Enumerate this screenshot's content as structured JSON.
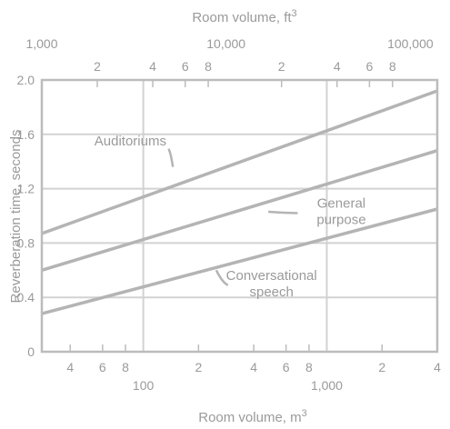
{
  "chart_data": {
    "type": "line",
    "x_scale": "log",
    "ylabel": "Reverberation time, seconds",
    "xlabel_bottom": {
      "text": "Room volume, m",
      "sup": "3"
    },
    "xlabel_top": {
      "text": "Room volume, ft",
      "sup": "3"
    },
    "xlim_m3": [
      28,
      4000
    ],
    "xlim_ft3": [
      1000,
      140000
    ],
    "ylim": [
      0,
      2.0
    ],
    "grid": true,
    "y_ticks": [
      {
        "value": 0,
        "label": "0"
      },
      {
        "value": 0.4,
        "label": "0.4"
      },
      {
        "value": 0.8,
        "label": "0.8"
      },
      {
        "value": 1.2,
        "label": "1.2"
      },
      {
        "value": 1.6,
        "label": "1.6"
      },
      {
        "value": 2.0,
        "label": "2.0"
      }
    ],
    "bottom_ticks": [
      {
        "value": 40,
        "label": "4"
      },
      {
        "value": 60,
        "label": "6"
      },
      {
        "value": 80,
        "label": "8"
      },
      {
        "value": 100,
        "label": "100",
        "major": true
      },
      {
        "value": 200,
        "label": "2"
      },
      {
        "value": 400,
        "label": "4"
      },
      {
        "value": 600,
        "label": "6"
      },
      {
        "value": 800,
        "label": "8"
      },
      {
        "value": 1000,
        "label": "1,000",
        "major": true
      },
      {
        "value": 2000,
        "label": "2"
      },
      {
        "value": 4000,
        "label": "4"
      }
    ],
    "top_ticks": [
      {
        "value": 1000,
        "label": "1,000",
        "major": true
      },
      {
        "value": 2000,
        "label": "2"
      },
      {
        "value": 4000,
        "label": "4"
      },
      {
        "value": 6000,
        "label": "6"
      },
      {
        "value": 8000,
        "label": "8"
      },
      {
        "value": 10000,
        "label": "10,000",
        "major": true
      },
      {
        "value": 20000,
        "label": "2"
      },
      {
        "value": 40000,
        "label": "4"
      },
      {
        "value": 60000,
        "label": "6"
      },
      {
        "value": 80000,
        "label": "8"
      },
      {
        "value": 100000,
        "label": "100,000",
        "major": true
      }
    ],
    "series": [
      {
        "name": "Auditoriums",
        "x": [
          28,
          4000
        ],
        "y": [
          0.87,
          1.92
        ]
      },
      {
        "name": "General purpose",
        "x": [
          28,
          4000
        ],
        "y": [
          0.6,
          1.48
        ]
      },
      {
        "name": "Conversational speech",
        "x": [
          28,
          4000
        ],
        "y": [
          0.28,
          1.05
        ]
      }
    ],
    "annotations": [
      {
        "lines": [
          "Auditoriums"
        ],
        "x": 85,
        "y": 1.52,
        "arrow_to": {
          "x": 145,
          "y": 1.36
        }
      },
      {
        "lines": [
          "General",
          "purpose"
        ],
        "x": 1200,
        "y": 1.06,
        "arrow_to": {
          "x": 480,
          "y": 1.03
        }
      },
      {
        "lines": [
          "Conversational",
          "speech"
        ],
        "x": 500,
        "y": 0.53,
        "arrow_to": {
          "x": 250,
          "y": 0.6
        }
      }
    ],
    "colors": {
      "line": "#b4b4b4",
      "grid": "#d2d2d2",
      "frame": "#bcbcbc",
      "text": "#9a9a9a"
    }
  }
}
